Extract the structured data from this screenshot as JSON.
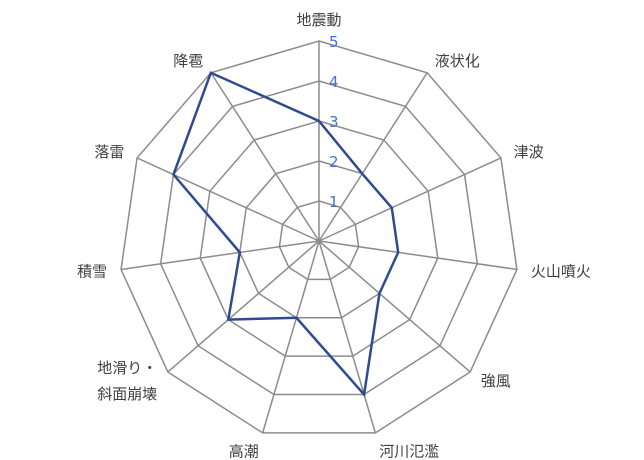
{
  "chart_data": {
    "type": "radar",
    "title": "",
    "categories": [
      "地震動",
      "液状化",
      "津波",
      "火山噴火",
      "強風",
      "河川氾濫",
      "高潮",
      "地滑り・斜面崩壊",
      "積雪",
      "落雷",
      "降雹"
    ],
    "label_lines": [
      [
        "地震動"
      ],
      [
        "液状化"
      ],
      [
        "津波"
      ],
      [
        "火山噴火"
      ],
      [
        "強風"
      ],
      [
        "河川氾濫"
      ],
      [
        "高潮"
      ],
      [
        "地滑り・",
        "斜面崩壊"
      ],
      [
        "積雪"
      ],
      [
        "落雷"
      ],
      [
        "降雹"
      ]
    ],
    "series": [
      {
        "name": "",
        "values": [
          3,
          2,
          2,
          2,
          2,
          4,
          2,
          3,
          2,
          4,
          5
        ],
        "color": "#2f4b8f"
      }
    ],
    "rlim": [
      0,
      5
    ],
    "ticks": [
      "1",
      "2",
      "3",
      "4",
      "5"
    ],
    "grid": true,
    "grid_color": "#8c8c8c",
    "tick_color": "#4472c4",
    "legend": "none"
  }
}
